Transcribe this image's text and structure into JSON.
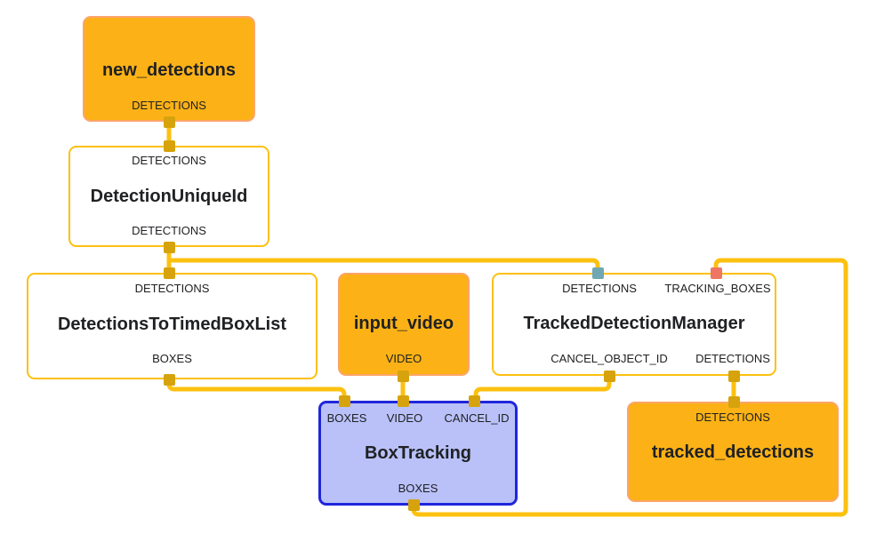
{
  "graph": {
    "tool": "dataflow-graph-view",
    "background": "#ffffff",
    "nodes": [
      {
        "title": "new_detections",
        "type": "input-stream",
        "ports_in": [],
        "ports_out": [
          "DETECTIONS"
        ]
      },
      {
        "title": "DetectionUniqueId",
        "type": "calculator",
        "ports_in": [
          "DETECTIONS"
        ],
        "ports_out": [
          "DETECTIONS"
        ]
      },
      {
        "title": "DetectionsToTimedBoxList",
        "type": "calculator",
        "ports_in": [
          "DETECTIONS"
        ],
        "ports_out": [
          "BOXES"
        ]
      },
      {
        "title": "input_video",
        "type": "input-stream",
        "ports_in": [],
        "ports_out": [
          "VIDEO"
        ]
      },
      {
        "title": "TrackedDetectionManager",
        "type": "calculator",
        "ports_in": [
          "DETECTIONS",
          "TRACKING_BOXES"
        ],
        "ports_out": [
          "CANCEL_OBJECT_ID",
          "DETECTIONS"
        ]
      },
      {
        "title": "BoxTracking",
        "type": "subgraph",
        "ports_in": [
          "BOXES",
          "VIDEO",
          "CANCEL_ID"
        ],
        "ports_out": [
          "BOXES"
        ]
      },
      {
        "title": "tracked_detections",
        "type": "output-stream",
        "ports_in": [
          "DETECTIONS"
        ],
        "ports_out": []
      }
    ],
    "edges": [
      {
        "from": "new_detections.DETECTIONS",
        "to": "DetectionUniqueId.DETECTIONS"
      },
      {
        "from": "DetectionUniqueId.DETECTIONS",
        "to": "DetectionsToTimedBoxList.DETECTIONS"
      },
      {
        "from": "DetectionUniqueId.DETECTIONS",
        "to": "TrackedDetectionManager.DETECTIONS"
      },
      {
        "from": "DetectionsToTimedBoxList.BOXES",
        "to": "BoxTracking.BOXES"
      },
      {
        "from": "input_video.VIDEO",
        "to": "BoxTracking.VIDEO"
      },
      {
        "from": "TrackedDetectionManager.CANCEL_OBJECT_ID",
        "to": "BoxTracking.CANCEL_ID"
      },
      {
        "from": "TrackedDetectionManager.DETECTIONS",
        "to": "tracked_detections.DETECTIONS"
      },
      {
        "from": "BoxTracking.BOXES",
        "to": "TrackedDetectionManager.TRACKING_BOXES"
      }
    ],
    "colors": {
      "stream_node_fill": "#FCB216",
      "stream_node_border": "#FCA46A",
      "calculator_border": "#FCC110",
      "subgraph_fill": "#B9C1F8",
      "subgraph_border": "#2026DB",
      "edge": "#FCC110",
      "port_connector": "#D6A30D",
      "port_connector_teal": "#6FA8B2",
      "port_connector_red": "#EE7662",
      "text": "#202124"
    }
  }
}
